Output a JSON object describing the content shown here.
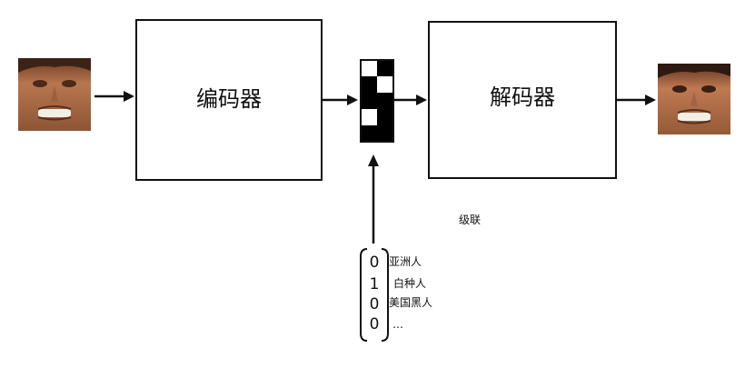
{
  "encoder": {
    "label": "编码器"
  },
  "decoder": {
    "label": "解码器"
  },
  "concat_label": "级联",
  "code_vector": {
    "digits": [
      "0",
      "1",
      "0",
      "0"
    ],
    "labels": [
      "亚洲人",
      "白种人",
      "美国黑人",
      "…"
    ]
  },
  "icons": {
    "input_face": "face-photo-icon",
    "output_face": "face-photo-icon",
    "latent_code": "binary-latent-grid-icon"
  },
  "colors": {
    "stroke": "#111111",
    "background": "#ffffff",
    "latent_on": "#000000",
    "latent_off": "#ffffff"
  },
  "latent_grid": [
    [
      0,
      1
    ],
    [
      1,
      0
    ],
    [
      1,
      1
    ],
    [
      0,
      1
    ],
    [
      1,
      1
    ]
  ]
}
